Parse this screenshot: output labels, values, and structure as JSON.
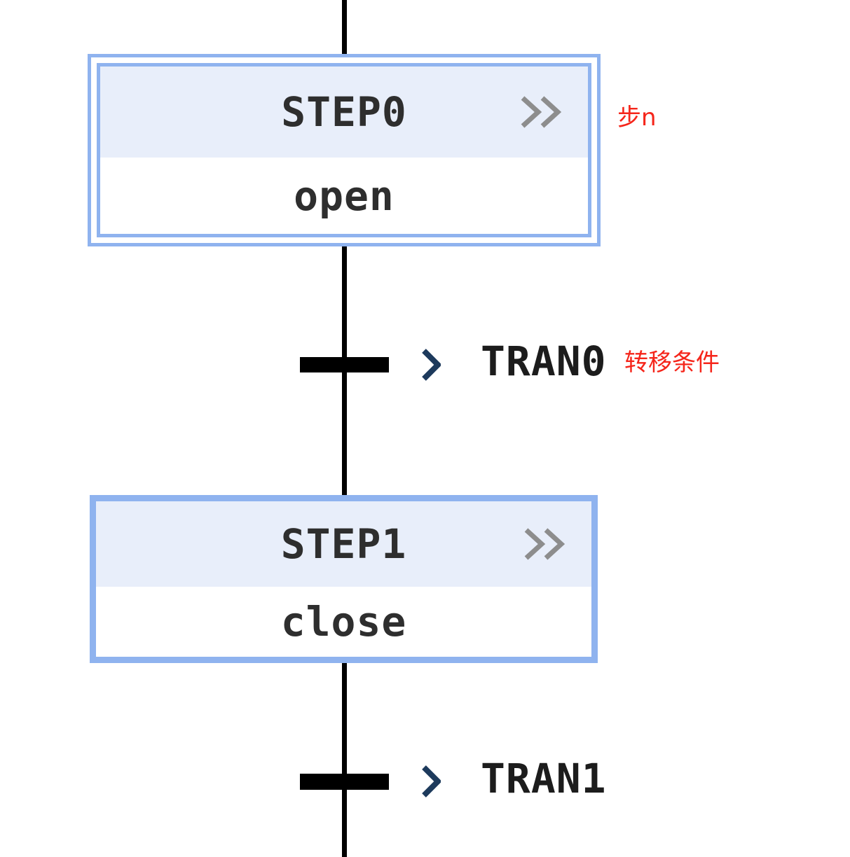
{
  "sfc": {
    "steps": [
      {
        "name": "STEP0",
        "action": "open",
        "type": "initial-step"
      },
      {
        "name": "STEP1",
        "action": "close",
        "type": "step"
      }
    ],
    "transitions": [
      {
        "name": "TRAN0"
      },
      {
        "name": "TRAN1"
      }
    ],
    "annotations": {
      "step_label": "步n",
      "transition_label": "转移条件"
    },
    "icons": {
      "step_detail": "double-chevron-right",
      "transition_marker": "chevron-right"
    },
    "colors": {
      "step_border_blue": "#8fb3ef",
      "step_header_bg": "#e8eefa",
      "step_body_bg": "#ffffff",
      "flow_line_black": "#000000",
      "step_text": "#2e2e2e",
      "transition_text": "#1c1c1c",
      "detail_chevron_gray": "#8d8d8d",
      "transition_marker_navy": "#1d3a5c",
      "annotation_red": "#f5251a"
    }
  }
}
